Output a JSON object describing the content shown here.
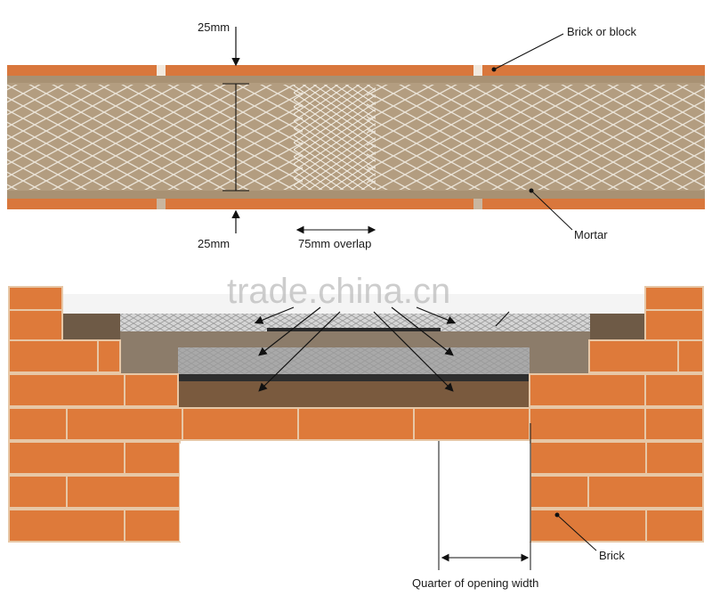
{
  "labels": {
    "dim_top": "25mm",
    "dim_bottom": "25mm",
    "overlap": "75mm overlap",
    "brick_or_block": "Brick or block",
    "mortar": "Mortar",
    "brick": "Brick",
    "quarter_width": "Quarter of opening width"
  },
  "watermark": "trade.china.cn",
  "colors": {
    "brick": "#de7a3a",
    "brick_dark": "#c4622a",
    "mortar_joint": "#e7c7a6",
    "bed": "#b39a7a",
    "mesh": "#e8e1d4"
  }
}
